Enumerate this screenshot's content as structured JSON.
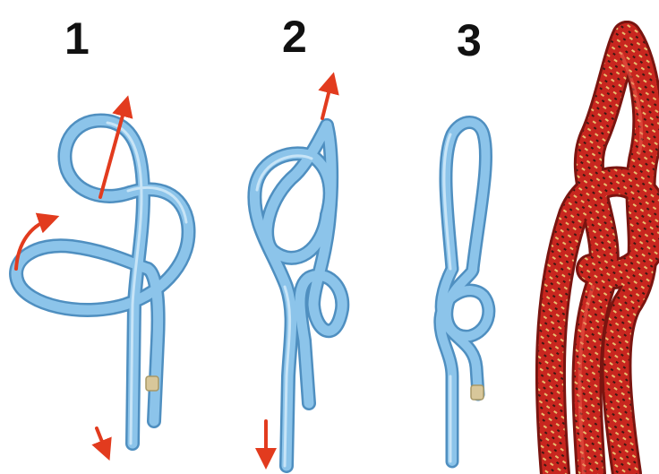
{
  "steps": [
    {
      "number": "1"
    },
    {
      "number": "2"
    },
    {
      "number": "3"
    }
  ],
  "colors": {
    "rope_blue": "#8cc4ea",
    "rope_blue_dark": "#4f8fc0",
    "arrow_red": "#e23b1e",
    "rope_end_tan": "#d8c79a",
    "climbing_rope_red": "#c8261f",
    "climbing_rope_fleck": "#e8c070"
  },
  "icons": [
    "direction-arrow-icon"
  ]
}
